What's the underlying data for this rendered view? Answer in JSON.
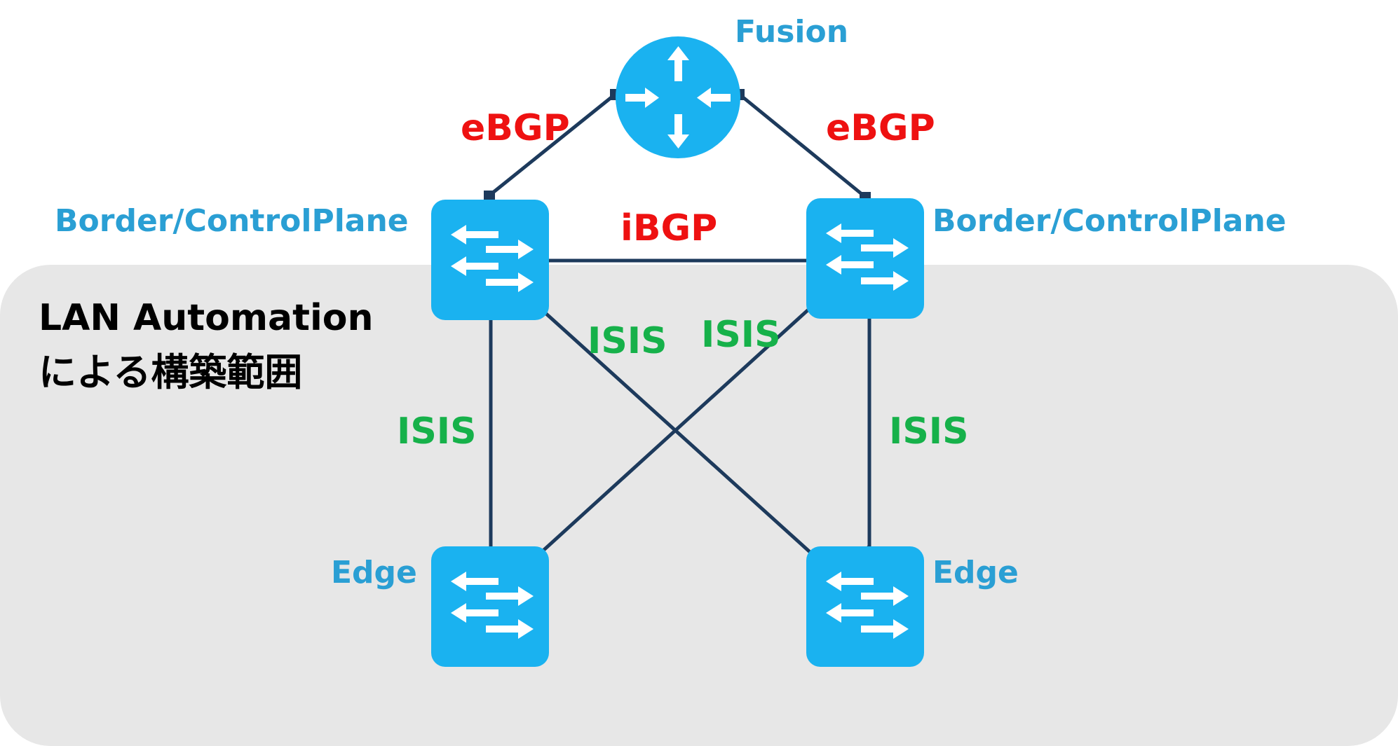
{
  "scope": {
    "title_line1": "LAN Automation",
    "title_line2": "による構築範囲"
  },
  "nodes": {
    "fusion": "Fusion",
    "border_left": "Border/ControlPlane",
    "border_right": "Border/ControlPlane",
    "edge_left": "Edge",
    "edge_right": "Edge"
  },
  "links": {
    "ebgp_left": "eBGP",
    "ebgp_right": "eBGP",
    "ibgp": "iBGP",
    "isis_left_vertical": "ISIS",
    "isis_right_vertical": "ISIS",
    "isis_cross_left": "ISIS",
    "isis_cross_right": "ISIS"
  },
  "colors": {
    "device": "#1ab2f0",
    "node_label": "#2a9fd4",
    "link_line": "#1d3a5c",
    "bgp": "#ee1111",
    "isis": "#16b14a",
    "scope_background": "#e7e7e7"
  },
  "icons": {
    "fusion": "router-icon",
    "switch": "layer3-switch-icon"
  }
}
